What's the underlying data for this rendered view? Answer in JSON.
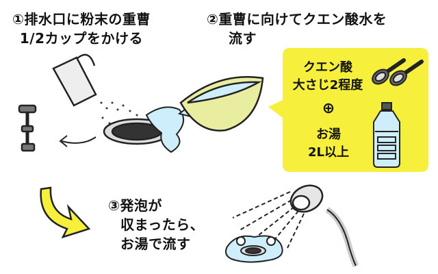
{
  "steps": [
    {
      "lines": [
        "①排水口に粉末の重曹",
        "1/2カップをかける"
      ]
    },
    {
      "lines": [
        "②重曹に向けてクエン酸水を",
        "流す"
      ]
    },
    {
      "lines": [
        "③発泡が",
        "収まったら、",
        "お湯で流す"
      ]
    }
  ],
  "callout": {
    "citric_lines": [
      "クエン酸",
      "大さじ2程度"
    ],
    "plus": "⊕",
    "water_lines": [
      "お湯",
      "2L以上"
    ],
    "background": "#f6ef3c"
  },
  "icons": [
    "measuring-cup-icon",
    "drain-icon",
    "drain-stopper-icon",
    "basin-icon",
    "spoon-icon",
    "water-bottle-icon",
    "curved-arrow-icon",
    "shower-head-icon",
    "foam-icon"
  ],
  "colors": {
    "yellow": "#f6ef3c",
    "water": "#cdeefa",
    "basin": "#e9eda0"
  }
}
